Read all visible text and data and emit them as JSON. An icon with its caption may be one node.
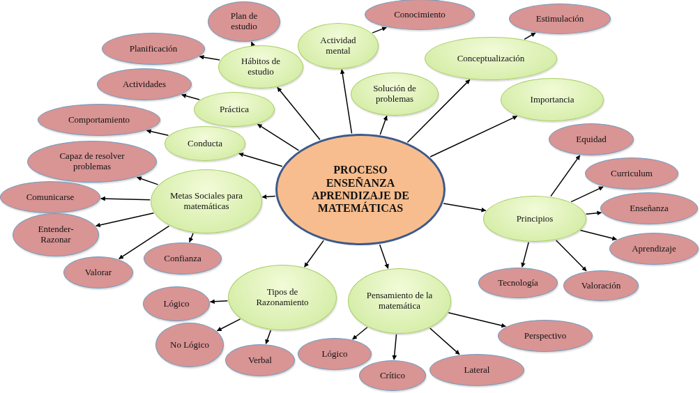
{
  "diagram": {
    "nodes": [
      {
        "text": [
          "PROCESO ENSEÑANZA APRENDIZAJE DE MATEMÁTICAS"
        ]
      },
      {
        "text": [
          "Hábitos de estudio"
        ]
      },
      {
        "text": [
          "Actividad mental"
        ]
      },
      {
        "text": [
          "Solución de problemas"
        ]
      },
      {
        "text": [
          "Conceptualización"
        ]
      },
      {
        "text": [
          "Importancia"
        ]
      },
      {
        "text": [
          "Práctica"
        ]
      },
      {
        "text": [
          "Conducta"
        ]
      },
      {
        "text": [
          "Metas Sociales para matemáticas"
        ]
      },
      {
        "text": [
          "Principios"
        ]
      },
      {
        "text": [
          "Tipos de Razonamiento"
        ]
      },
      {
        "text": [
          "Pensamiento de la matemática"
        ]
      },
      {
        "text": [
          "Plan de estudio"
        ]
      },
      {
        "text": [
          "Planificación"
        ]
      },
      {
        "text": [
          "Conocimiento"
        ]
      },
      {
        "text": [
          "Estimulación"
        ]
      },
      {
        "text": [
          "Actividades"
        ]
      },
      {
        "text": [
          "Comportamiento"
        ]
      },
      {
        "text": [
          "Capaz de resolver problemas"
        ]
      },
      {
        "text": [
          "Comunicarse"
        ]
      },
      {
        "text": [
          "Entender- Razonar"
        ]
      },
      {
        "text": [
          "Valorar"
        ]
      },
      {
        "text": [
          "Confianza"
        ]
      },
      {
        "text": [
          "Equidad"
        ]
      },
      {
        "text": [
          "Curriculum"
        ]
      },
      {
        "text": [
          "Enseñanza"
        ]
      },
      {
        "text": [
          "Aprendizaje"
        ]
      },
      {
        "text": [
          "Tecnología"
        ]
      },
      {
        "text": [
          "Valoración"
        ]
      },
      {
        "text": [
          "Lógico"
        ]
      },
      {
        "text": [
          "No Lógico"
        ]
      },
      {
        "text": [
          "Verbal"
        ]
      },
      {
        "text": [
          "Lógico"
        ]
      },
      {
        "text": [
          "Crítico"
        ]
      },
      {
        "text": [
          "Lateral"
        ]
      },
      {
        "text": [
          "Perspectivo"
        ]
      }
    ],
    "edges": [
      {
        "from": 0,
        "to": 1,
        "arrow": "to"
      },
      {
        "from": 0,
        "to": 2,
        "arrow": "to"
      },
      {
        "from": 0,
        "to": 3,
        "arrow": "to"
      },
      {
        "from": 0,
        "to": 4,
        "arrow": "to"
      },
      {
        "from": 0,
        "to": 5,
        "arrow": "to"
      },
      {
        "from": 0,
        "to": 6,
        "arrow": "to"
      },
      {
        "from": 0,
        "to": 7,
        "arrow": "to"
      },
      {
        "from": 0,
        "to": 8,
        "arrow": "to"
      },
      {
        "from": 0,
        "to": 9,
        "arrow": "to"
      },
      {
        "from": 0,
        "to": 10,
        "arrow": "to"
      },
      {
        "from": 0,
        "to": 11,
        "arrow": "to"
      },
      {
        "from": 1,
        "to": 12,
        "arrow": "to"
      },
      {
        "from": 1,
        "to": 13,
        "arrow": "to"
      },
      {
        "from": 2,
        "to": 14,
        "arrow": "to"
      },
      {
        "from": 4,
        "to": 15,
        "arrow": "to"
      },
      {
        "from": 6,
        "to": 16,
        "arrow": "to"
      },
      {
        "from": 7,
        "to": 17,
        "arrow": "to"
      },
      {
        "from": 8,
        "to": 18,
        "arrow": "to"
      },
      {
        "from": 8,
        "to": 19,
        "arrow": "to"
      },
      {
        "from": 8,
        "to": 20,
        "arrow": "to"
      },
      {
        "from": 8,
        "to": 21,
        "arrow": "to"
      },
      {
        "from": 8,
        "to": 22,
        "arrow": "to"
      },
      {
        "from": 9,
        "to": 23,
        "arrow": "to"
      },
      {
        "from": 9,
        "to": 24,
        "arrow": "to"
      },
      {
        "from": 9,
        "to": 25,
        "arrow": "to"
      },
      {
        "from": 9,
        "to": 26,
        "arrow": "to"
      },
      {
        "from": 9,
        "to": 27,
        "arrow": "to"
      },
      {
        "from": 9,
        "to": 28,
        "arrow": "to"
      },
      {
        "from": 10,
        "to": 29,
        "arrow": "to"
      },
      {
        "from": 10,
        "to": 30,
        "arrow": "to"
      },
      {
        "from": 10,
        "to": 31,
        "arrow": "to"
      },
      {
        "from": 11,
        "to": 32,
        "arrow": "to"
      },
      {
        "from": 11,
        "to": 33,
        "arrow": "to"
      },
      {
        "from": 11,
        "to": 34,
        "arrow": "to"
      },
      {
        "from": 11,
        "to": 35,
        "arrow": "to"
      }
    ]
  }
}
